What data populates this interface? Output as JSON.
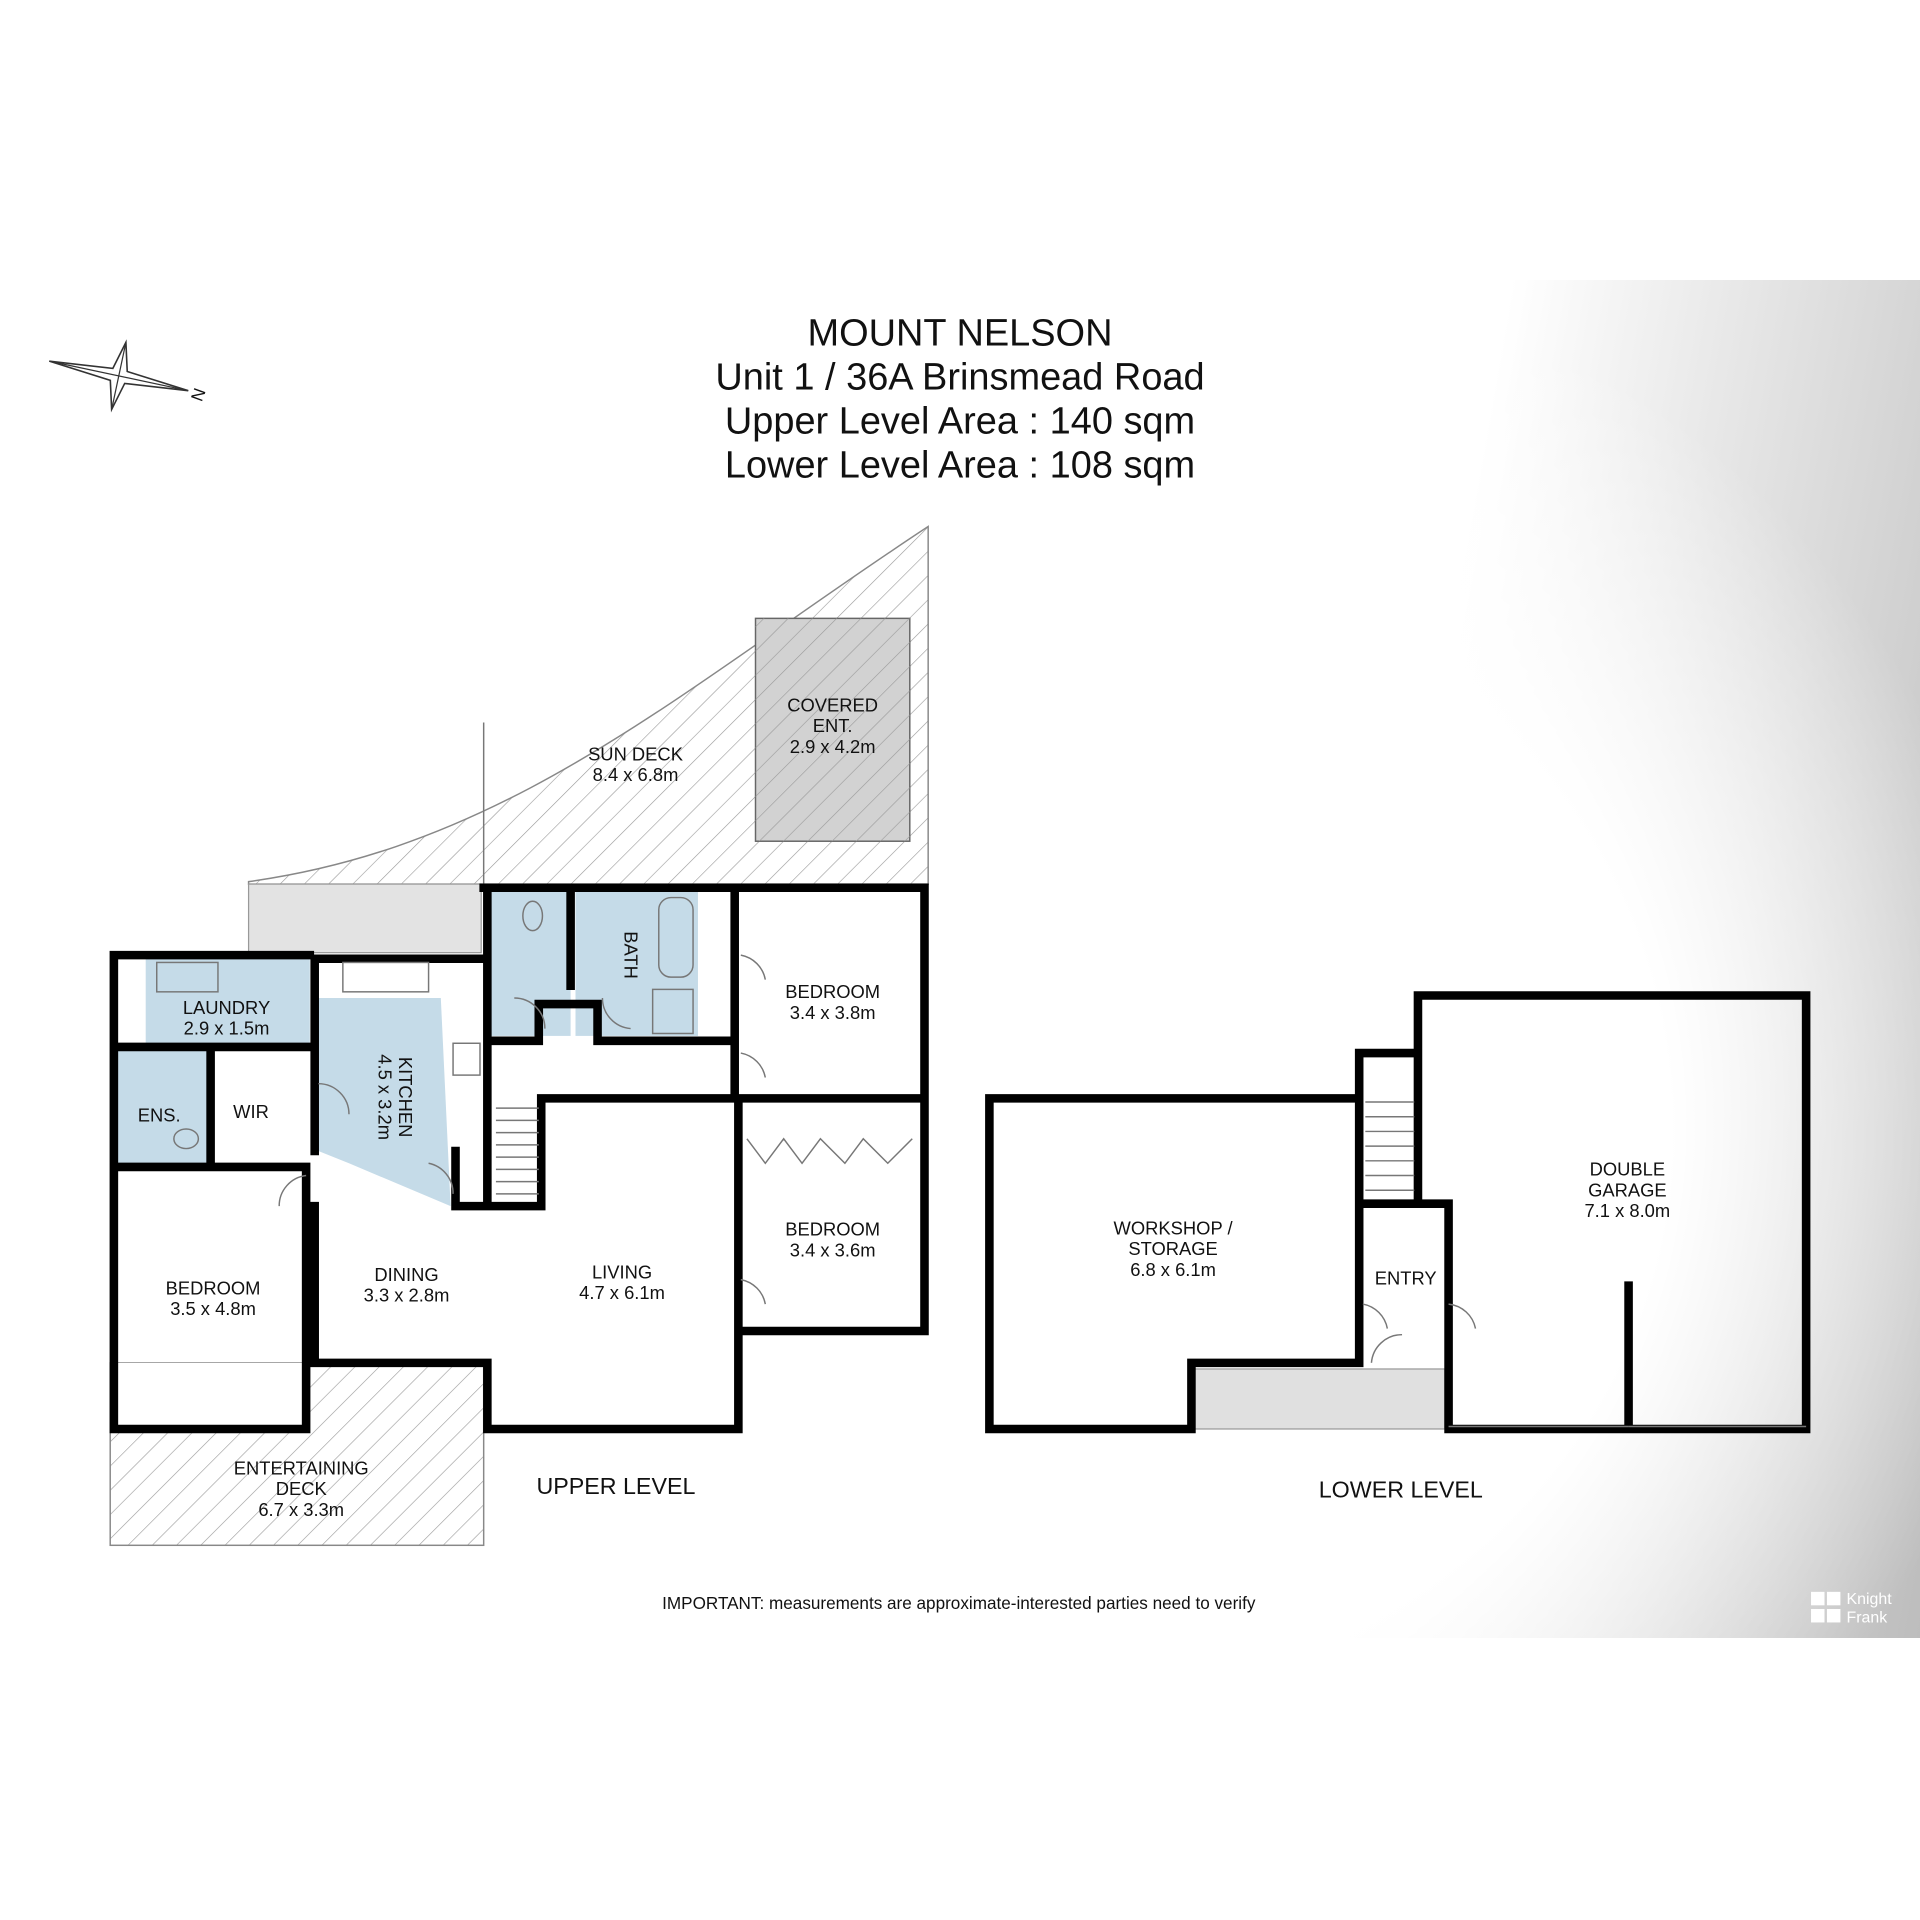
{
  "header": {
    "suburb": "MOUNT NELSON",
    "address": "Unit 1 / 36A Brinsmead Road",
    "upper_area": "Upper Level Area : 140 sqm",
    "lower_area": "Lower Level Area : 108 sqm"
  },
  "compass": {
    "north_label": "N"
  },
  "upper_level": {
    "label": "UPPER LEVEL",
    "rooms": {
      "sun_deck": {
        "name": "SUN DECK",
        "size": "8.4 x 6.8m"
      },
      "covered_ent": {
        "name1": "COVERED",
        "name2": "ENT.",
        "size": "2.9 x 4.2m"
      },
      "laundry": {
        "name": "LAUNDRY",
        "size": "2.9 x 1.5m"
      },
      "kitchen": {
        "name": "KITCHEN",
        "size": "4.5 x 3.2m"
      },
      "bath": {
        "name": "BATH"
      },
      "bedroom1": {
        "name": "BEDROOM",
        "size": "3.4 x 3.8m"
      },
      "bedroom2": {
        "name": "BEDROOM",
        "size": "3.4 x 3.6m"
      },
      "bedroom3": {
        "name": "BEDROOM",
        "size": "3.5 x 4.8m"
      },
      "ens": {
        "name": "ENS."
      },
      "wir": {
        "name": "WIR"
      },
      "dining": {
        "name": "DINING",
        "size": "3.3 x 2.8m"
      },
      "living": {
        "name": "LIVING",
        "size": "4.7 x 6.1m"
      },
      "deck": {
        "name1": "ENTERTAINING",
        "name2": "DECK",
        "size": "6.7 x 3.3m"
      }
    }
  },
  "lower_level": {
    "label": "LOWER LEVEL",
    "rooms": {
      "workshop": {
        "name1": "WORKSHOP /",
        "name2": "STORAGE",
        "size": "6.8 x 6.1m"
      },
      "entry": {
        "name": "ENTRY"
      },
      "garage": {
        "name1": "DOUBLE",
        "name2": "GARAGE",
        "size": "7.1 x 8.0m"
      }
    }
  },
  "disclaimer": "IMPORTANT: measurements are approximate-interested parties need to verify",
  "logo": {
    "line1": "Knight",
    "line2": "Frank"
  },
  "colors": {
    "wet_area": "#c5dbe8",
    "hatch": "#999999",
    "grey_area": "#e3e3e3",
    "wall": "#000000"
  }
}
